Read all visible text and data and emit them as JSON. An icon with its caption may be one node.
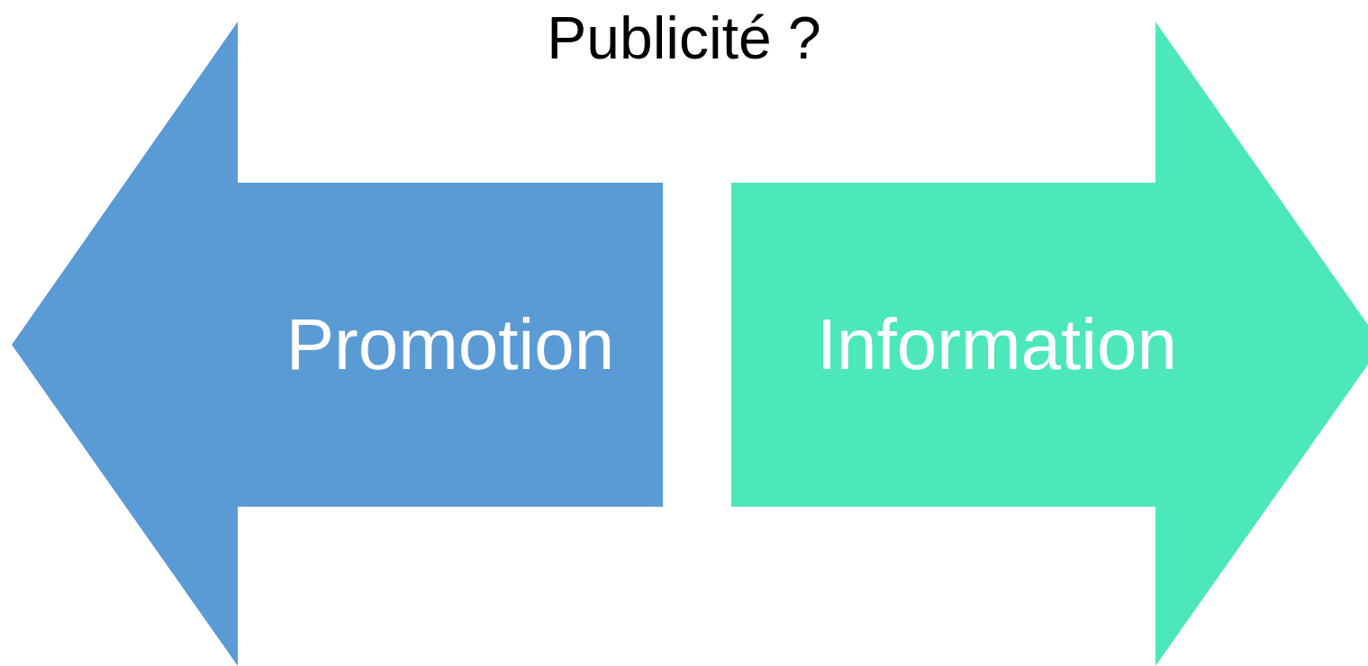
{
  "diagram": {
    "title": "Publicité ?",
    "nodes": [
      {
        "text": [
          "Promotion"
        ]
      },
      {
        "text": [
          "Information"
        ]
      }
    ]
  }
}
